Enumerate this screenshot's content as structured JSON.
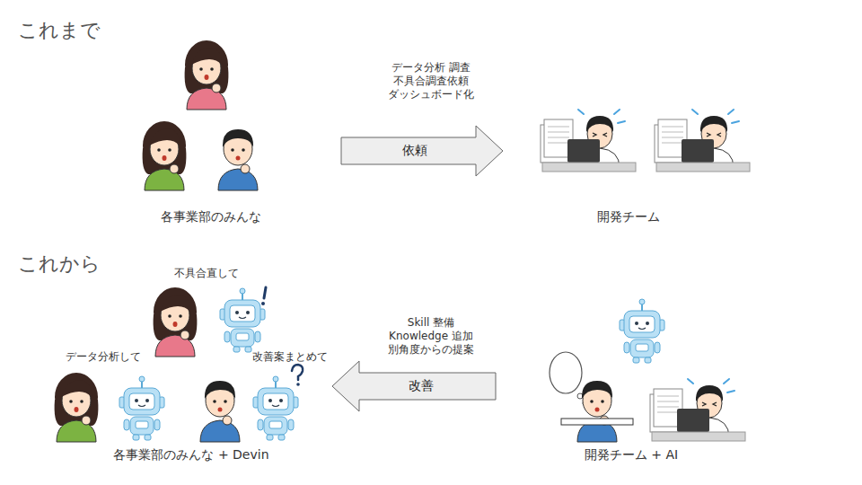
{
  "diagram": {
    "nodes": [
      {
        "text": [
          "各事業部のみんな"
        ]
      },
      {
        "text": [
          "開発チーム"
        ]
      },
      {
        "text": [
          "各事業部のみんな + Devin"
        ]
      },
      {
        "text": [
          "開発チーム + AI"
        ]
      }
    ],
    "edges": [
      {
        "from": 0,
        "to": 1,
        "arrow": "to",
        "label": "依頼"
      },
      {
        "from": 3,
        "to": 2,
        "arrow": "to",
        "label": "改善"
      }
    ],
    "labels": [
      "これまで",
      "データ分析 調査 不具合調査依頼 ダッシュボード化",
      "これから",
      "不具合直して",
      "Skill 整備 Knowledge 追加 別角度からの提案",
      "データ分析して",
      "改善案まとめて"
    ]
  }
}
